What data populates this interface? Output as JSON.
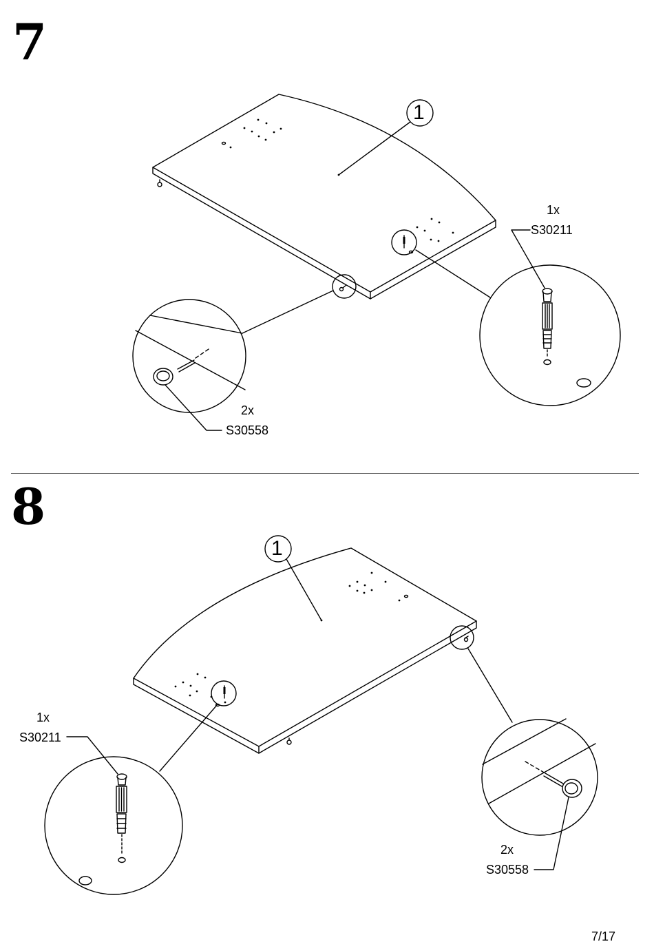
{
  "steps": [
    {
      "number": "7",
      "part_callout": "1",
      "hardware": [
        {
          "qty": "1x",
          "code": "S30211"
        },
        {
          "qty": "2x",
          "code": "S30558"
        }
      ]
    },
    {
      "number": "8",
      "part_callout": "1",
      "hardware": [
        {
          "qty": "1x",
          "code": "S30211"
        },
        {
          "qty": "2x",
          "code": "S30558"
        }
      ]
    }
  ],
  "page": "7/17"
}
